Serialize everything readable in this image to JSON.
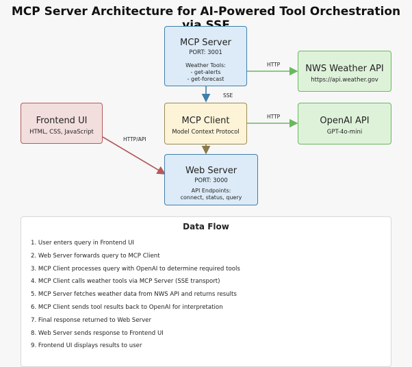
{
  "title": "MCP Server Architecture for AI-Powered Tool Orchestration via SSE",
  "nodes": {
    "mcp_server": {
      "title": "MCP Server",
      "port": "PORT: 3001",
      "tools_header": "Weather Tools:",
      "tools": [
        "- get-alerts",
        "- get-forecast"
      ]
    },
    "nws": {
      "title": "NWS Weather API",
      "url": "https://api.weather.gov"
    },
    "frontend": {
      "title": "Frontend UI",
      "tech": "HTML, CSS, JavaScript"
    },
    "mcp_client": {
      "title": "MCP Client",
      "protocol": "Model Context Protocol"
    },
    "openai": {
      "title": "OpenAI API",
      "model": "GPT-4o-mini"
    },
    "web_server": {
      "title": "Web Server",
      "port": "PORT: 3000",
      "endpoints_header": "API Endpoints:",
      "endpoints": "connect, status, query"
    }
  },
  "edges": {
    "http_nws": "HTTP",
    "sse": "SSE",
    "http_openai": "HTTP",
    "http_api": "HTTP/API"
  },
  "colors": {
    "blue": "#3f7fab",
    "red": "#b35a5a",
    "yellow": "#9a8a55",
    "green": "#69b85d"
  },
  "data_flow": {
    "title": "Data Flow",
    "steps": [
      "1. User enters query in Frontend UI",
      "2. Web Server forwards query to MCP Client",
      "3. MCP Client processes query with OpenAI to determine required tools",
      "4. MCP Client calls weather tools via MCP Server (SSE transport)",
      "5. MCP Server fetches weather data from NWS API and returns results",
      "6. MCP Client sends tool results back to OpenAI for interpretation",
      "7. Final response returned to Web Server",
      "8. Web Server sends response to Frontend UI",
      "9. Frontend UI displays results to user"
    ]
  }
}
